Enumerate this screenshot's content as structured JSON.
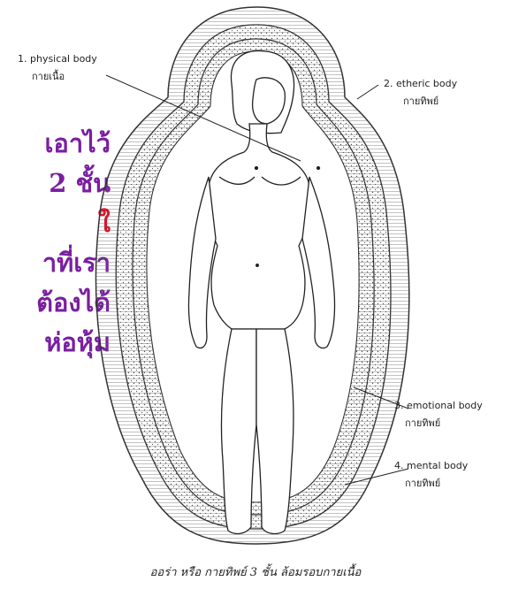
{
  "left_text": {
    "lines": [
      "เอาไว้",
      "2 ชั้น",
      "",
      "าที่เรา",
      "ต้องได้",
      "ห่อหุ้ม"
    ],
    "red_fragment": "ใ",
    "text_color": "#7a1fa0",
    "red_color": "#e0102a"
  },
  "labels": [
    {
      "en": "1. physical body",
      "th": "กายเนื้อ"
    },
    {
      "en": "2. etheric body",
      "th": "กายทิพย์"
    },
    {
      "en": "3. emotional body",
      "th": "กายทิพย์"
    },
    {
      "en": "4. mental body",
      "th": "กายทิพย์"
    }
  ],
  "caption": "ออร่า หรือ กายทิพย์ 3 ชั้น ล้อมรอบกายเนื้อ"
}
